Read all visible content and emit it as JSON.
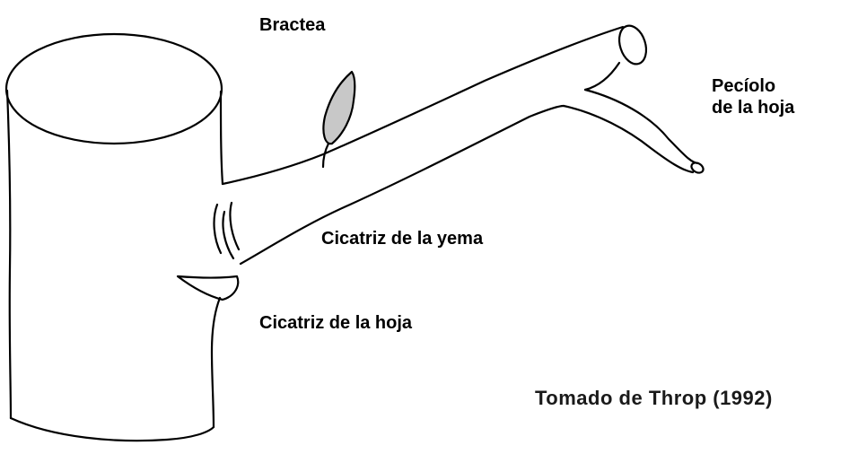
{
  "labels": {
    "bractea": "Bractea",
    "peciolo_line1": "Pecíolo",
    "peciolo_line2": "de la hoja",
    "cicatriz_yema": "Cicatriz de la yema",
    "cicatriz_hoja": "Cicatriz de la hoja"
  },
  "credit": "Tomado de Throp (1992)",
  "colors": {
    "ink": "#000000",
    "bract_fill": "#c8c8c8",
    "background": "#ffffff"
  }
}
